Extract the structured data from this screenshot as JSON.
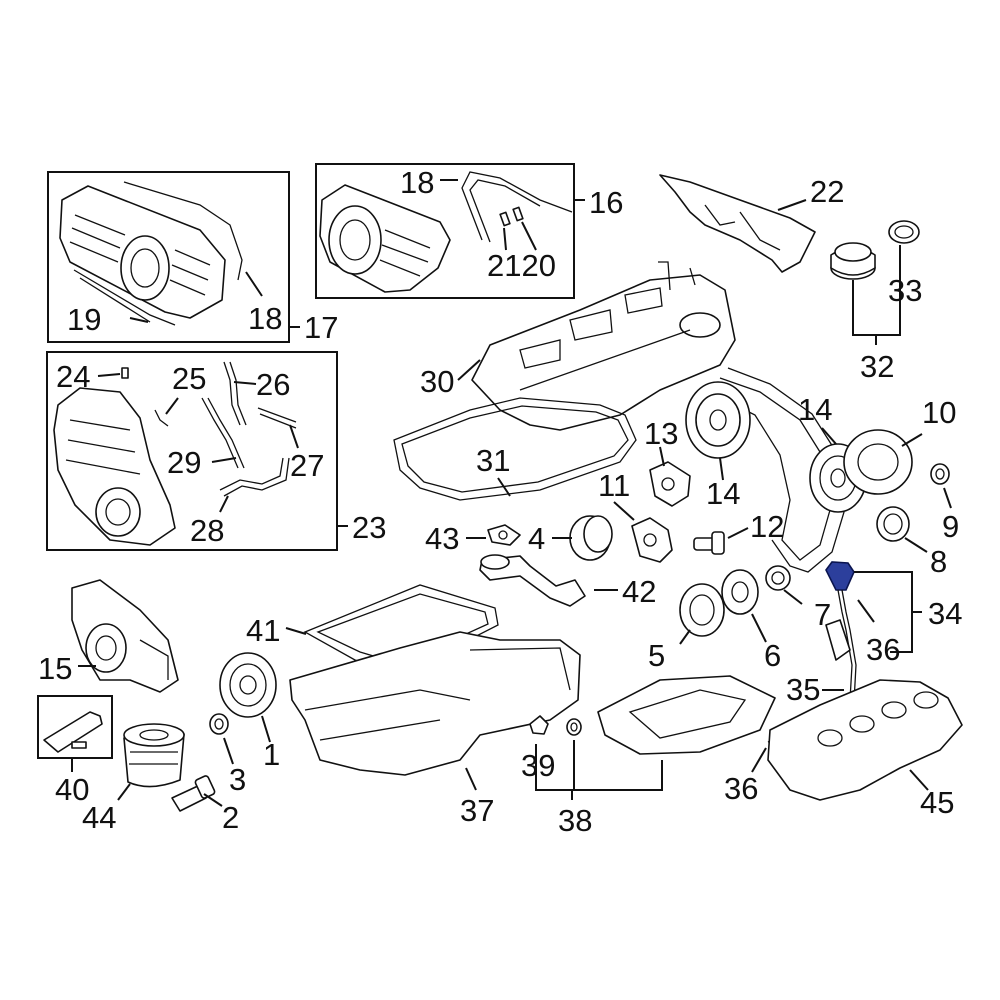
{
  "diagram": {
    "labels": {
      "l1": "1",
      "l2": "2",
      "l3": "3",
      "l4": "4",
      "l5": "5",
      "l6": "6",
      "l7": "7",
      "l8": "8",
      "l9": "9",
      "l10": "10",
      "l11": "11",
      "l12": "12",
      "l13": "13",
      "l14a": "14",
      "l14b": "14",
      "l15": "15",
      "l16": "16",
      "l17": "17",
      "l18a": "18",
      "l18b": "18",
      "l19": "19",
      "l2120": "2120",
      "l22": "22",
      "l23": "23",
      "l24": "24",
      "l25": "25",
      "l26": "26",
      "l27": "27",
      "l28": "28",
      "l29": "29",
      "l30": "30",
      "l31": "31",
      "l32": "32",
      "l33": "33",
      "l34": "34",
      "l35": "35",
      "l36a": "36",
      "l36b": "36",
      "l37": "37",
      "l38": "38",
      "l39": "39",
      "l40": "40",
      "l41": "41",
      "l42": "42",
      "l43": "43",
      "l44": "44",
      "l45": "45"
    },
    "highlight_color": "#2c3f9c"
  }
}
